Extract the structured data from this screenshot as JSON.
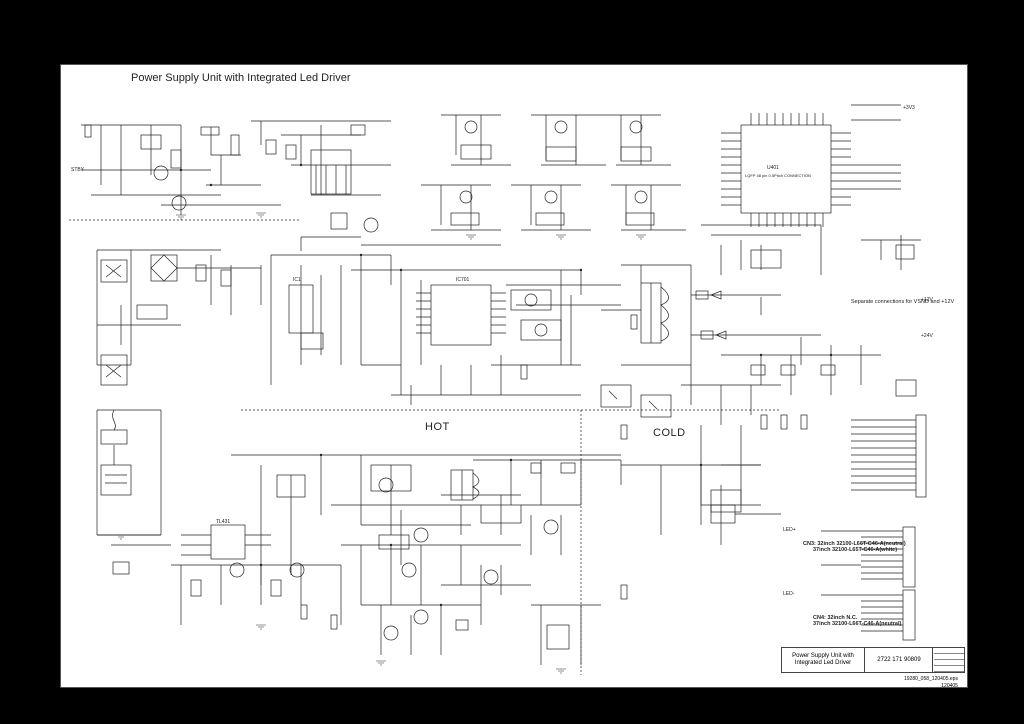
{
  "page": {
    "title": "Power Supply Unit with Integrated Led Driver"
  },
  "regions": {
    "hot": "HOT",
    "cold": "COLD"
  },
  "notes": {
    "separate_connections": "Separate connections for VSND and +12V",
    "cn3_line1": "CN3: 32inch 32100-L66T-C46-A(neutral)",
    "cn3_line2": "37inch 32100-L65T-C46-A(white)",
    "cn4_line1": "CN4: 32inch N.C.",
    "cn4_line2": "37inch 32100-L66T-C46-A(neutral)"
  },
  "components": {
    "main_ic": "U401",
    "main_ic_desc": "LQFP 48 pin 0.5Pitch CONNECTION",
    "u_tl431": "TL431",
    "ic_pfc": "IC1",
    "ic_driver": "IC701",
    "reg_3v3": "+3V3",
    "supply_12v": "+12V",
    "supply_24v": "+24V",
    "stby": "STBY",
    "led_plus": "LED+",
    "led_minus": "LED-"
  },
  "title_block": {
    "title_line1": "Power Supply Unit with",
    "title_line2": "Integrated Led Driver",
    "doc_number": "2722 171 90809"
  },
  "file_code": {
    "line1": "19280_058_120405.eps",
    "line2": "120405"
  }
}
